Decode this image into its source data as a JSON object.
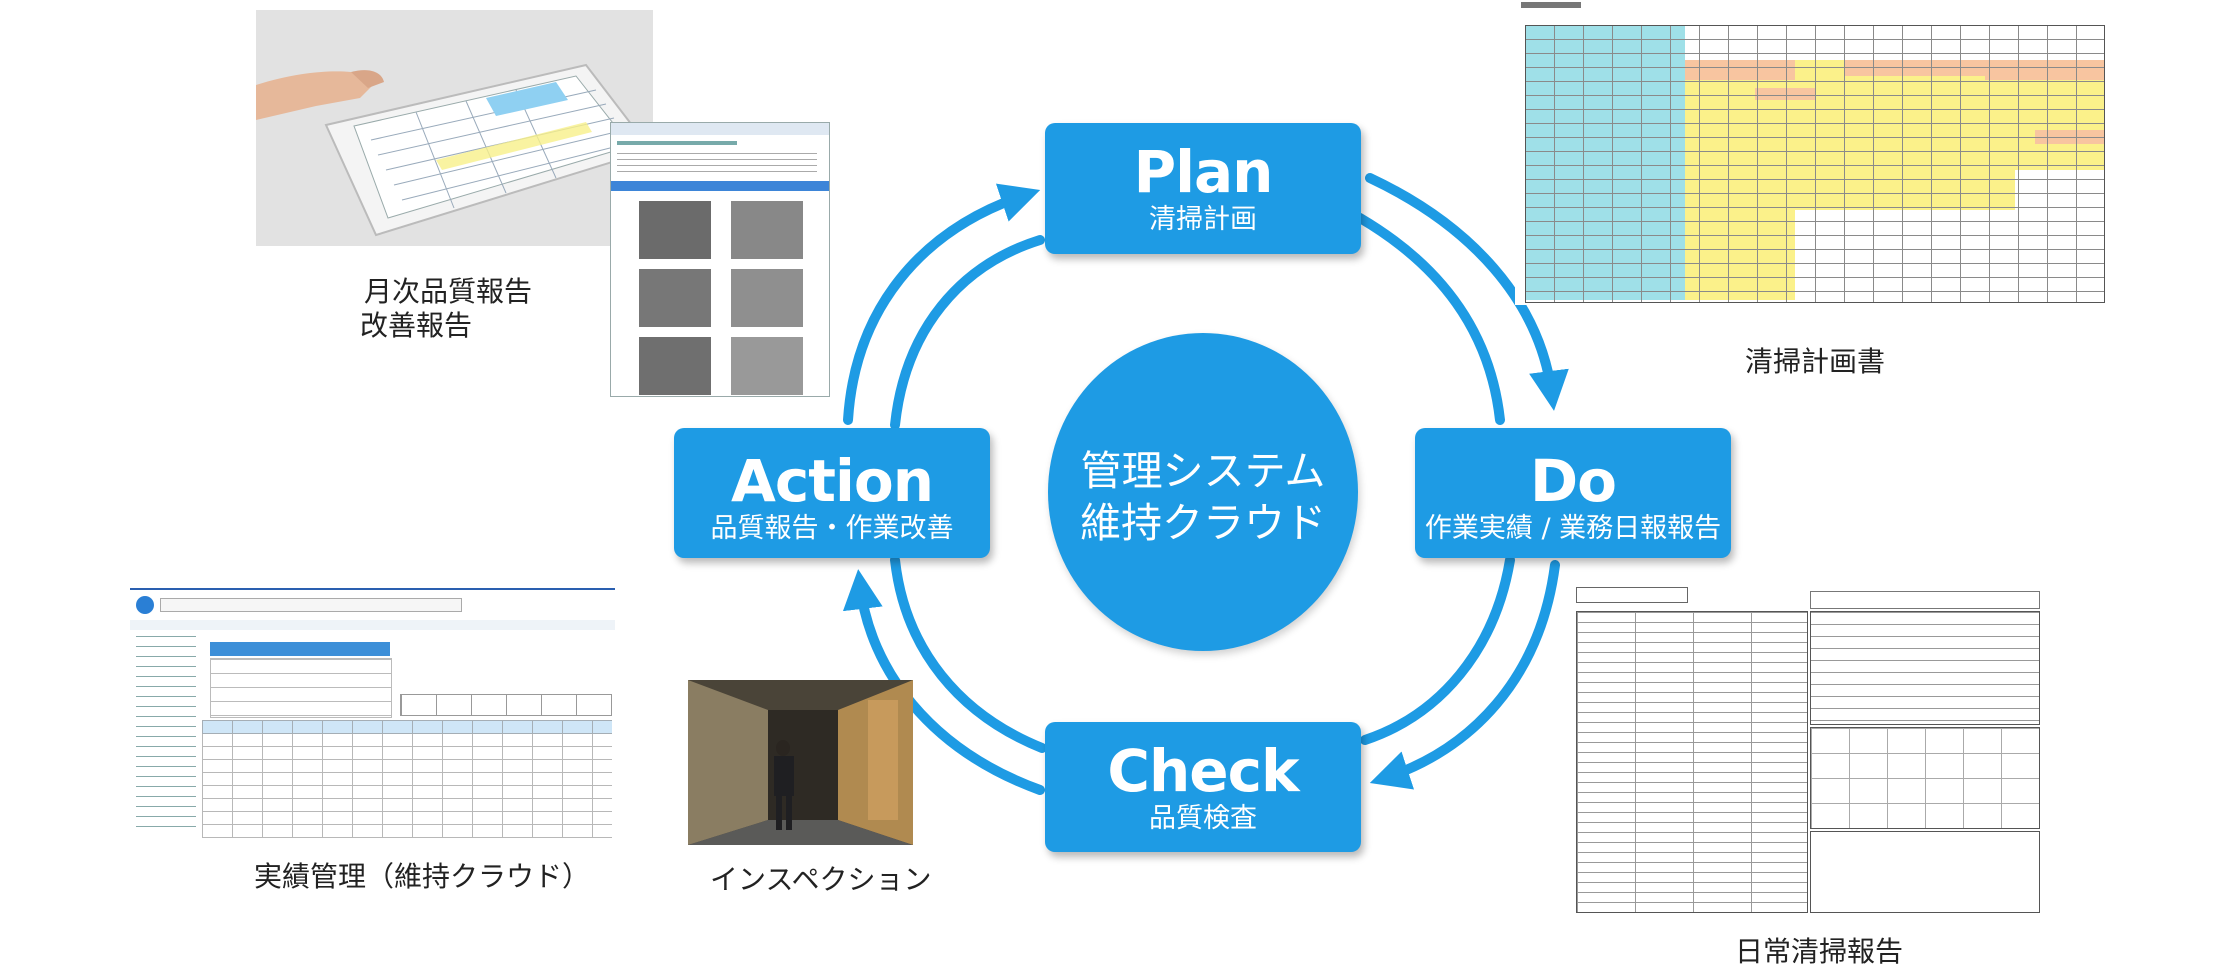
{
  "diagram": {
    "center": {
      "line1": "管理システム",
      "line2": "維持クラウド"
    },
    "steps": [
      {
        "key": "plan",
        "label": "Plan",
        "sublabel": "清掃計画"
      },
      {
        "key": "do",
        "label": "Do",
        "sublabel": "作業実績 / 業務日報報告"
      },
      {
        "key": "check",
        "label": "Check",
        "sublabel": "品質検査"
      },
      {
        "key": "action",
        "label": "Action",
        "sublabel": "品質報告・作業改善"
      }
    ]
  },
  "captions": {
    "monthly_report_line1": "月次品質報告",
    "monthly_report_line2": "改善報告",
    "cleaning_plan": "清掃計画書",
    "daily_report": "日常清掃報告",
    "performance": "実績管理（維持クラウド）",
    "inspection": "インスペクション"
  },
  "colors": {
    "primary_blue": "#1e9be4",
    "arrow_blue": "#1e9be4",
    "sheet_cyan": "#9fe0e8",
    "sheet_yellow": "#fbf18a",
    "sheet_orange": "#f8c5a0"
  },
  "icons": {
    "tablet_photo": "hand-tablet-image",
    "photo_report": "photo-report-window",
    "cleaning_plan_sheet": "schedule-spreadsheet",
    "daily_report_form": "paper-form",
    "cloud_app": "web-app-screenshot",
    "inspection_photo": "corridor-photo"
  }
}
